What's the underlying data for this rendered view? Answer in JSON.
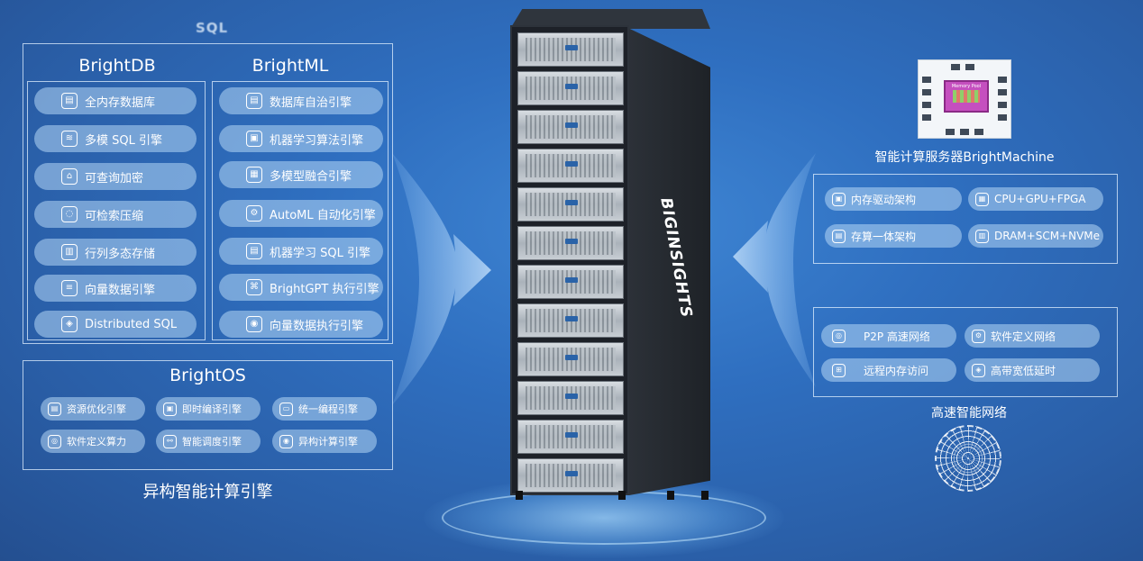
{
  "top_label": "SQL",
  "left": {
    "brightdb": {
      "title": "BrightDB",
      "items": [
        {
          "label": "全内存数据库",
          "icon": "memory-db-icon"
        },
        {
          "label": "多模 SQL 引擎",
          "icon": "layers-icon"
        },
        {
          "label": "可查询加密",
          "icon": "lock-icon"
        },
        {
          "label": "可检索压缩",
          "icon": "compress-icon"
        },
        {
          "label": "行列多态存储",
          "icon": "storage-icon"
        },
        {
          "label": "向量数据引擎",
          "icon": "vector-icon"
        },
        {
          "label": "Distributed SQL",
          "icon": "distributed-icon"
        }
      ]
    },
    "brightml": {
      "title": "BrightML",
      "items": [
        {
          "label": "数据库自治引擎",
          "icon": "db-auto-icon"
        },
        {
          "label": "机器学习算法引擎",
          "icon": "algorithm-icon"
        },
        {
          "label": "多模型融合引擎",
          "icon": "model-fusion-icon"
        },
        {
          "label": "AutoML 自动化引擎",
          "icon": "automl-icon"
        },
        {
          "label": "机器学习 SQL 引擎",
          "icon": "ml-sql-icon"
        },
        {
          "label": "BrightGPT 执行引擎",
          "icon": "gpt-icon"
        },
        {
          "label": "向量数据执行引擎",
          "icon": "vector-exec-icon"
        }
      ]
    },
    "brightos": {
      "title": "BrightOS",
      "items": [
        {
          "label": "资源优化引擎",
          "icon": "resource-icon"
        },
        {
          "label": "即时编译引擎",
          "icon": "jit-icon"
        },
        {
          "label": "统一编程引擎",
          "icon": "program-icon"
        },
        {
          "label": "软件定义算力",
          "icon": "sd-compute-icon"
        },
        {
          "label": "智能调度引擎",
          "icon": "scheduler-icon"
        },
        {
          "label": "异构计算引擎",
          "icon": "hetero-icon"
        }
      ]
    },
    "caption": "异构智能计算引擎"
  },
  "rack": {
    "brand": "BIGINSIGHTS",
    "unit_count": 12
  },
  "right": {
    "machine_caption": "智能计算服务器BrightMachine",
    "chip_label": "Memory Pool",
    "machine_items": [
      {
        "label": "内存驱动架构",
        "icon": "memory-arch-icon"
      },
      {
        "label": "CPU+GPU+FPGA",
        "icon": "cpu-icon"
      },
      {
        "label": "存算一体架构",
        "icon": "compute-storage-icon"
      },
      {
        "label": "DRAM+SCM+NVMe",
        "icon": "dram-icon"
      }
    ],
    "network_items": [
      {
        "label": "P2P 高速网络",
        "icon": "p2p-icon"
      },
      {
        "label": "软件定义网络",
        "icon": "sdn-icon"
      },
      {
        "label": "远程内存访问",
        "icon": "rdma-icon"
      },
      {
        "label": "高带宽低延时",
        "icon": "bandwidth-icon"
      }
    ],
    "network_caption": "高速智能网络"
  },
  "colors": {
    "background": "#2f6fc0",
    "pill": "#b4d7f5",
    "border": "#e1f0ff"
  }
}
